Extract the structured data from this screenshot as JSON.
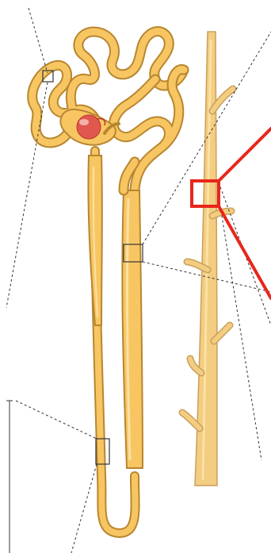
{
  "figure": {
    "subject": "nephron",
    "colors": {
      "background": "#ffffff",
      "tubule_fill": "#f7c663",
      "tubule_outline": "#b8862f",
      "tubule_highlight": "#fbe1a3",
      "duct_fill": "#f3cd82",
      "duct_outline": "#caa059",
      "glomerulus": "#e0584d",
      "glomerulus_highlight": "#f7c9c0",
      "callout_box": "#e8261b",
      "guide_line": "#333333"
    },
    "parts": [
      "glomerulus",
      "bowman-capsule",
      "proximal-convoluted-tubule",
      "loop-of-henle-descending-limb",
      "loop-of-henle-ascending-limb",
      "distal-convoluted-tubule",
      "collecting-duct"
    ],
    "callouts": [
      {
        "name": "pct-callout-box",
        "style": "thin-black-box"
      },
      {
        "name": "ascending-limb-callout-box",
        "style": "thin-black-box"
      },
      {
        "name": "descending-limb-callout-box",
        "style": "thin-black-box"
      },
      {
        "name": "collecting-duct-callout-box",
        "style": "thick-red-box"
      }
    ]
  }
}
